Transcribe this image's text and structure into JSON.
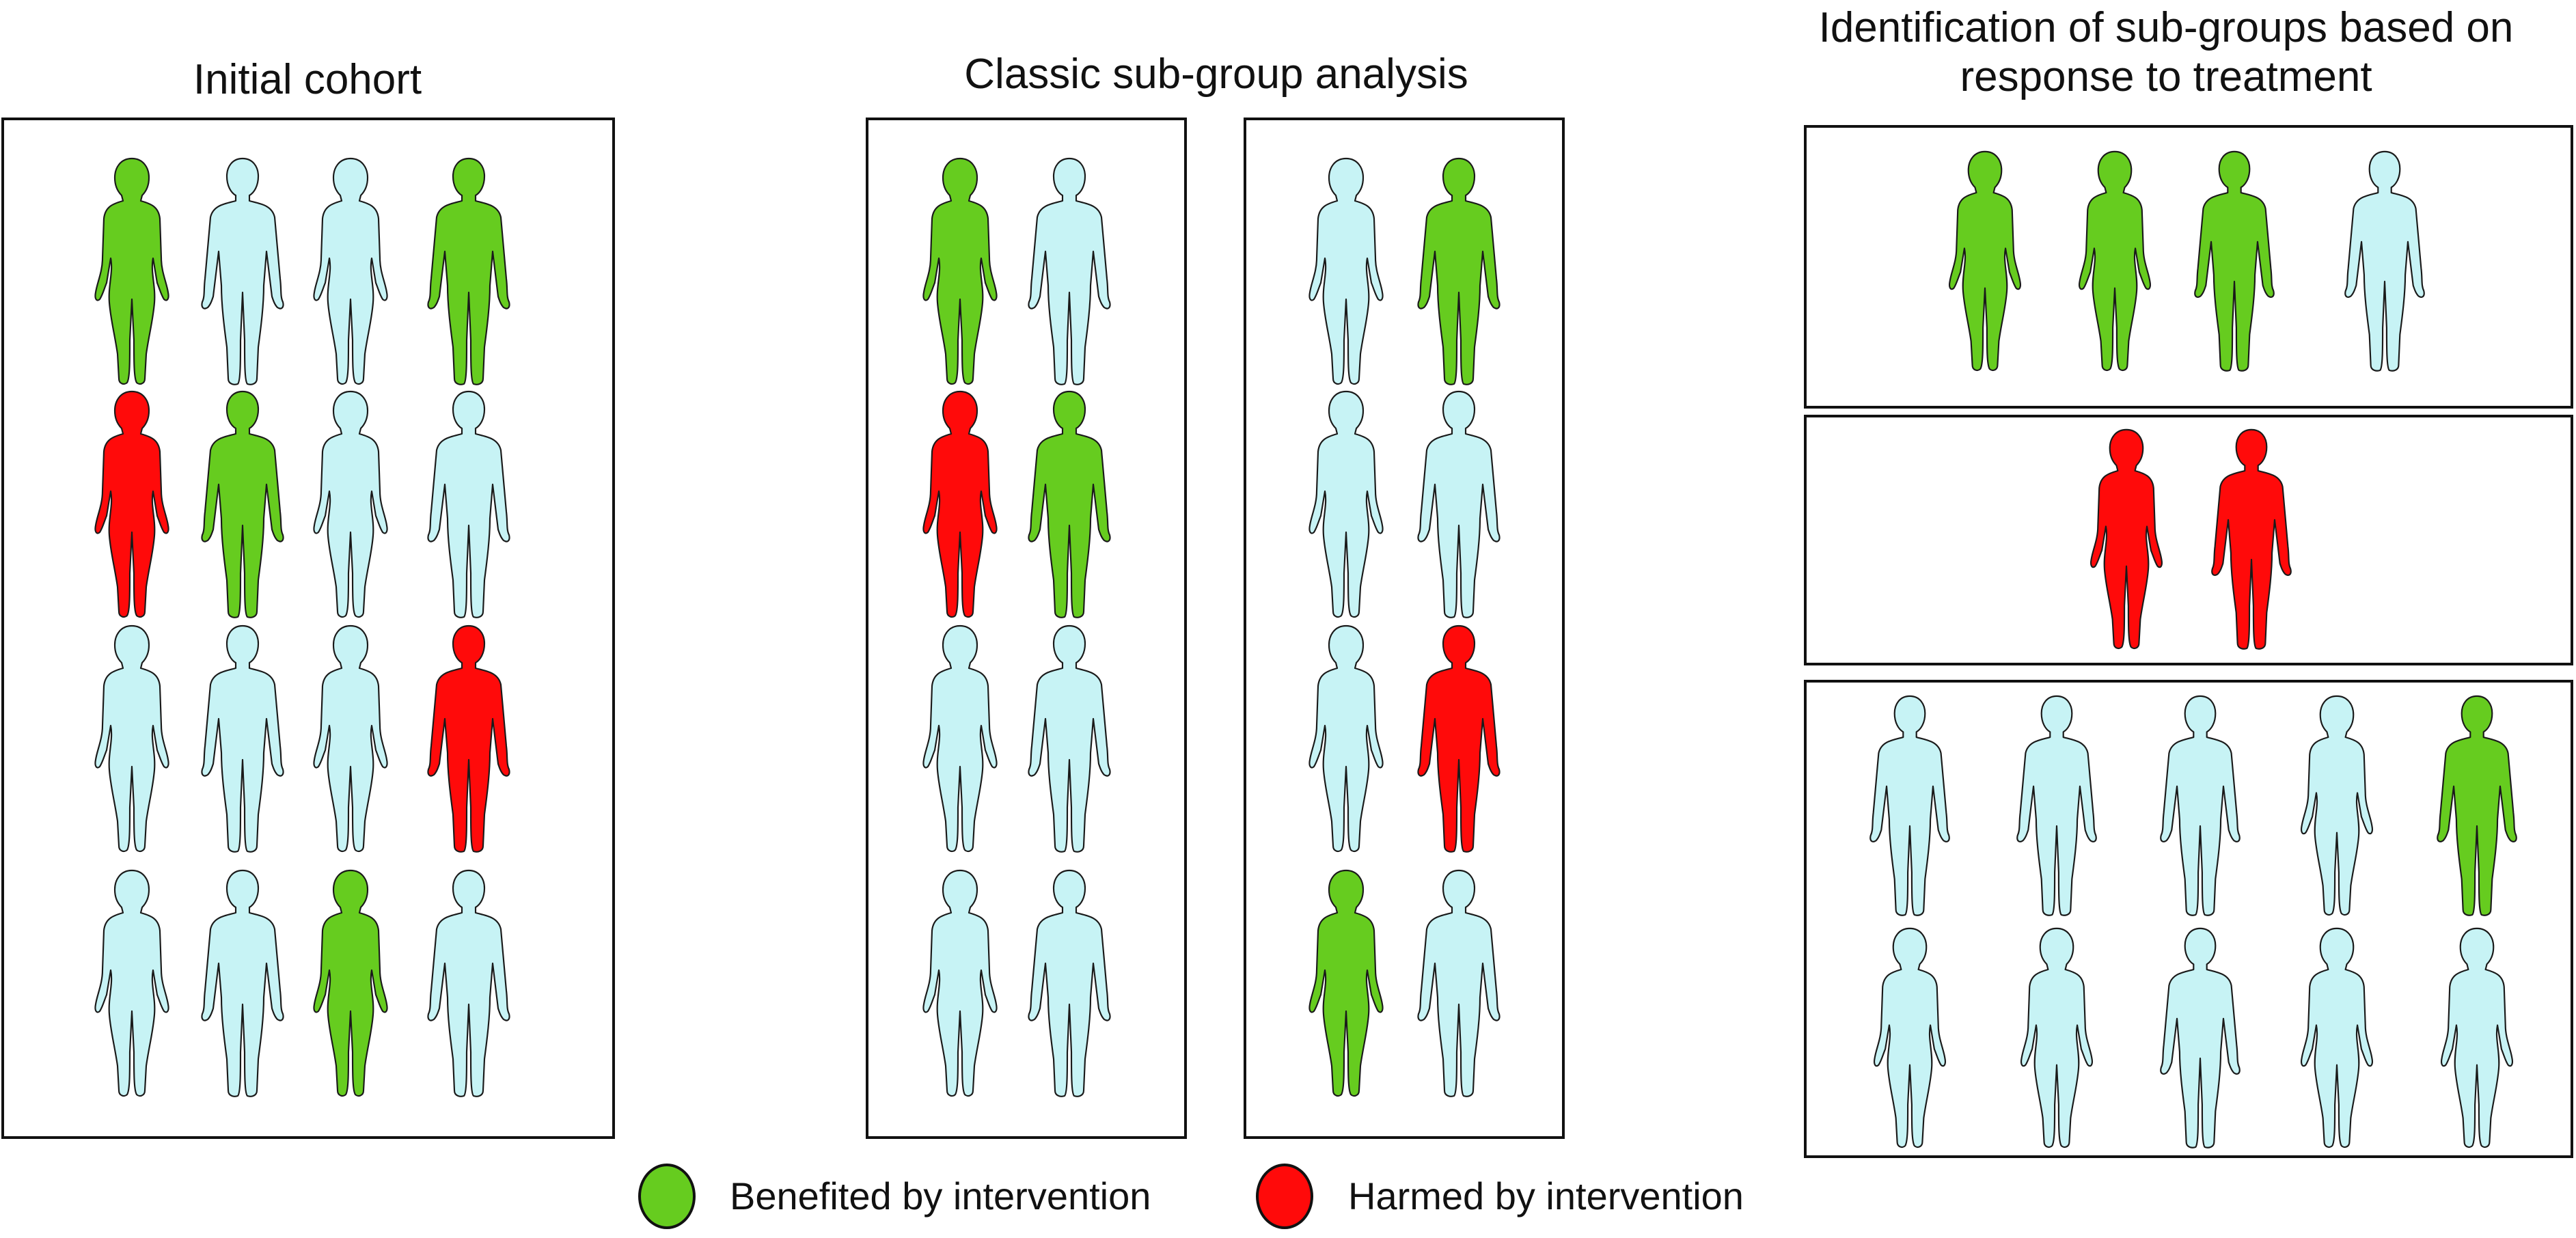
{
  "titles": {
    "initial": "Initial cohort",
    "classic": "Classic sub-group analysis",
    "identification_line1": "Identification of sub-groups based on",
    "identification_line2": "response to treatment"
  },
  "legend": {
    "benefited": "Benefited by intervention",
    "harmed": "Harmed by intervention"
  },
  "colors": {
    "benefited": "#66cc1f",
    "harmed": "#ff0a0a",
    "neutral": "#c7f3f5",
    "outline": "#1a1a1a"
  },
  "groups": {
    "initial_cohort": [
      [
        "benefited-female",
        "neutral-male",
        "neutral-female",
        "benefited-male"
      ],
      [
        "harmed-female",
        "benefited-male",
        "neutral-female",
        "neutral-male"
      ],
      [
        "neutral-female",
        "neutral-male",
        "neutral-female",
        "harmed-male"
      ],
      [
        "neutral-female",
        "neutral-male",
        "benefited-female",
        "neutral-male"
      ]
    ],
    "classic_left": [
      [
        "benefited-female",
        "neutral-male"
      ],
      [
        "harmed-female",
        "benefited-male"
      ],
      [
        "neutral-female",
        "neutral-male"
      ],
      [
        "neutral-female",
        "neutral-male"
      ]
    ],
    "classic_right": [
      [
        "neutral-female",
        "benefited-male"
      ],
      [
        "neutral-female",
        "neutral-male"
      ],
      [
        "neutral-female",
        "harmed-male"
      ],
      [
        "benefited-female",
        "neutral-male"
      ]
    ],
    "identified_benefited": [
      [
        "benefited-female",
        "benefited-female",
        "benefited-male",
        "neutral-male"
      ]
    ],
    "identified_harmed": [
      [
        "harmed-female",
        "harmed-male"
      ]
    ],
    "identified_neutral": [
      [
        "neutral-male",
        "neutral-male",
        "neutral-male",
        "neutral-female",
        "benefited-male"
      ],
      [
        "neutral-female",
        "neutral-female",
        "neutral-male",
        "neutral-female",
        "neutral-female"
      ]
    ]
  }
}
